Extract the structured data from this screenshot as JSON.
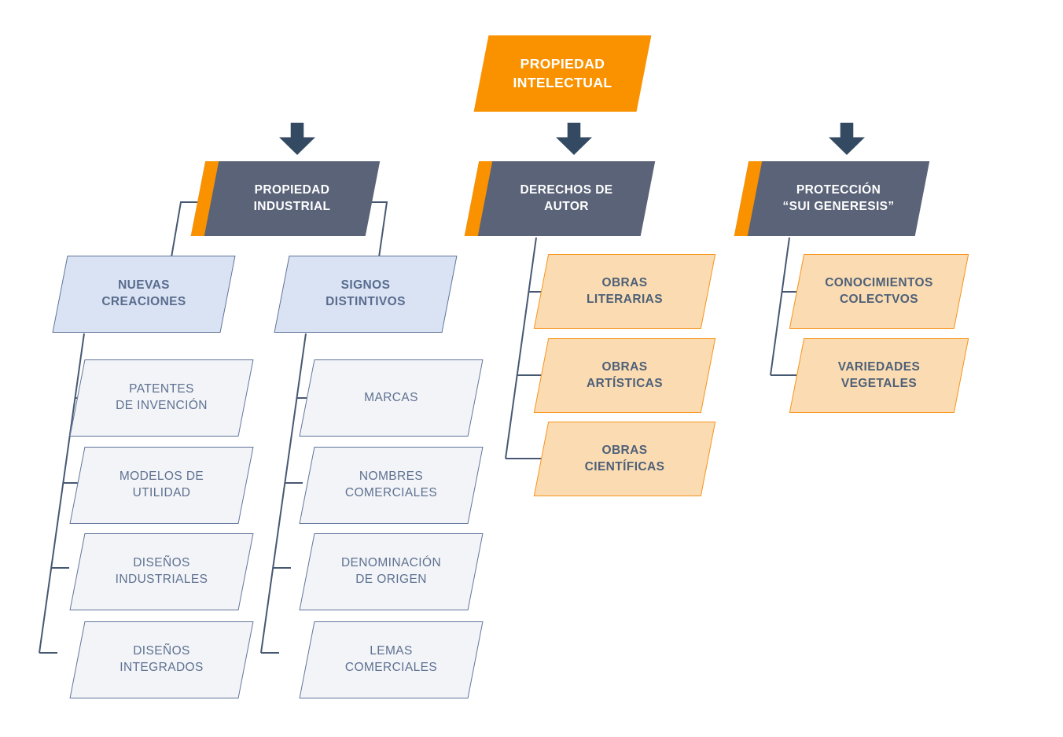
{
  "colors": {
    "orange": "#FA9200",
    "orange-light": "#FBDCB2",
    "orange-border": "#F7941E",
    "slate": "#5A6378",
    "navy": "#344A63",
    "blue-light": "#D9E3F3",
    "leaf-fill": "#F2F4F8",
    "node-border": "#60749A",
    "line": "#475872",
    "text-dark": "#4E6078",
    "text-mid": "#5A6C8E",
    "text-leaf": "#5F7190"
  },
  "diagram": {
    "root": {
      "label": "PROPIEDAD\nINTELECTUAL"
    },
    "branches": [
      {
        "label": "PROPIEDAD\nINDUSTRIAL",
        "groups": [
          {
            "label": "NUEVAS\nCREACIONES",
            "children": [
              {
                "label": "PATENTES\nDE INVENCIÓN"
              },
              {
                "label": "MODELOS DE\nUTILIDAD"
              },
              {
                "label": "DISEÑOS\nINDUSTRIALES"
              },
              {
                "label": "DISEÑOS\nINTEGRADOS"
              }
            ]
          },
          {
            "label": "SIGNOS\nDISTINTIVOS",
            "children": [
              {
                "label": "MARCAS"
              },
              {
                "label": "NOMBRES\nCOMERCIALES"
              },
              {
                "label": "DENOMINACIÓN\nDE ORIGEN"
              },
              {
                "label": "LEMAS\nCOMERCIALES"
              }
            ]
          }
        ]
      },
      {
        "label": "DERECHOS DE\nAUTOR",
        "children": [
          {
            "label": "OBRAS\nLITERARIAS"
          },
          {
            "label": "OBRAS\nARTÍSTICAS"
          },
          {
            "label": "OBRAS\nCIENTÍFICAS"
          }
        ]
      },
      {
        "label": "PROTECCIÓN\n“SUI GENERESIS”",
        "children": [
          {
            "label": "CONOCIMIENTOS\nCOLECTVOS"
          },
          {
            "label": "VARIEDADES\nVEGETALES"
          }
        ]
      }
    ]
  }
}
